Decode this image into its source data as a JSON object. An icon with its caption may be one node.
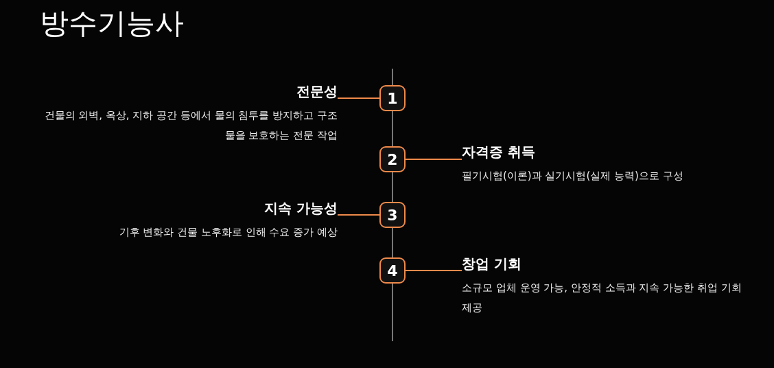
{
  "diagram": {
    "title": "방수기능사",
    "nodes": [
      {
        "text": [
          "전문성",
          "건물의 외벽, 옥상, 지하 공간 등에서 물의 침투를 방지하고 구조물을 보호하는 전문 작업"
        ]
      },
      {
        "text": [
          "1"
        ]
      },
      {
        "text": [
          "2"
        ]
      },
      {
        "text": [
          "자격증 취득",
          "필기시험(이론)과 실기시험(실제 능력)으로 구성"
        ]
      },
      {
        "text": [
          "지속 가능성",
          "기후 변화와 건물 노후화로 인해 수요 증가 예상"
        ]
      },
      {
        "text": [
          "3"
        ]
      },
      {
        "text": [
          "4"
        ]
      },
      {
        "text": [
          "창업 기회",
          "소규모 업체 운영 가능, 안정적 소득과 지속 가능한 취업 기회 제공"
        ]
      }
    ],
    "edges": [
      {
        "from": 0,
        "to": 1,
        "arrow": "none"
      },
      {
        "from": 2,
        "to": 3,
        "arrow": "none"
      },
      {
        "from": 4,
        "to": 5,
        "arrow": "none"
      },
      {
        "from": 6,
        "to": 7,
        "arrow": "none"
      }
    ]
  }
}
